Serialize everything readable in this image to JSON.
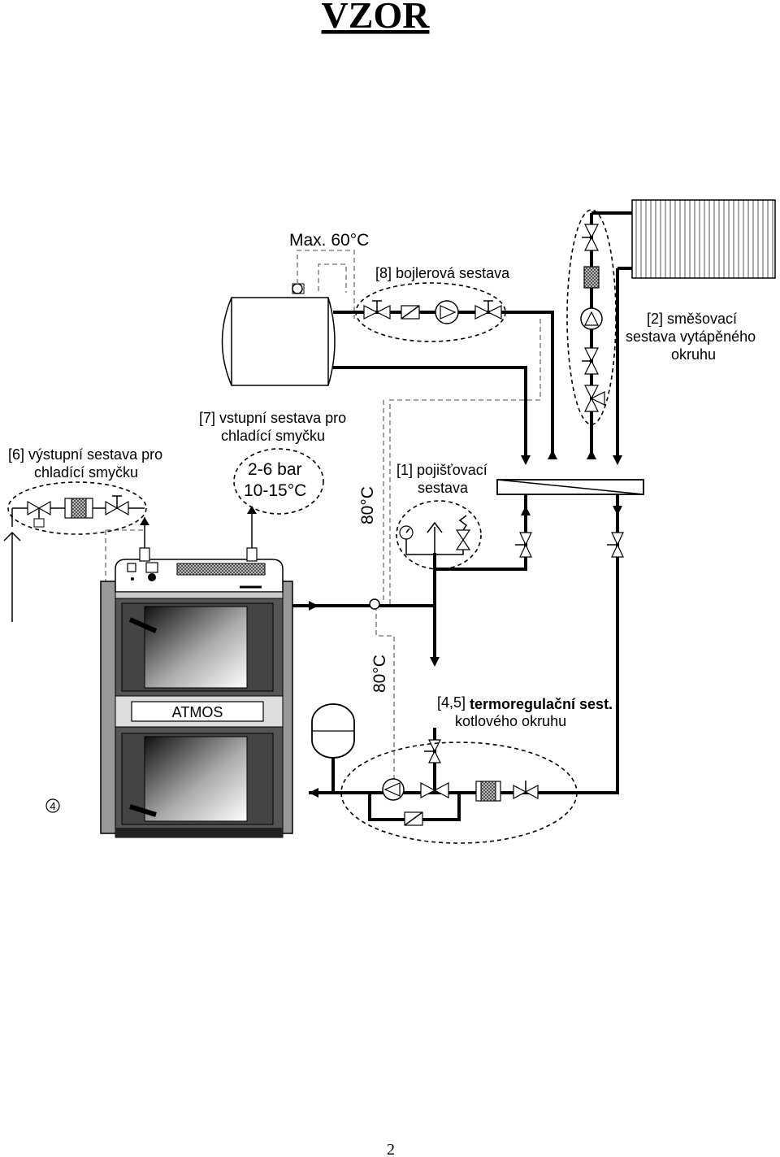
{
  "page": {
    "title": "VZOR",
    "page_number": "2"
  },
  "labels": {
    "max_temp": "Max. 60°C",
    "boiler_set": "[8] bojlerová sestava",
    "mixing_set_1": "[2] směšovací",
    "mixing_set_2": "sestava vytápěného",
    "mixing_set_3": "okruhu",
    "input_set_1": "[7] vstupní sestava pro",
    "input_set_2": "chladící smyčku",
    "output_set_1": "[6] výstupní sestava pro",
    "output_set_2": "chladící smyčku",
    "pressure": "2-6 bar",
    "temp_range": "10-15°C",
    "temp_80_upper": "80°C",
    "temp_80_lower": "80°C",
    "safety_set_1": "[1] pojišťovací",
    "safety_set_2": "sestava",
    "thermo_prefix": "[4,5]",
    "thermo_set_1": "termoregulační sest.",
    "thermo_set_2": "kotlového okruhu",
    "boiler_brand": "ATMOS",
    "marker": "4"
  }
}
